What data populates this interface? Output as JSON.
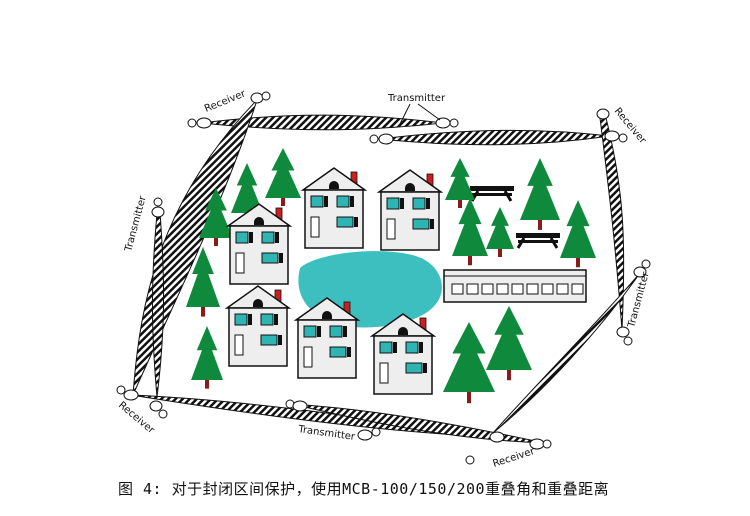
{
  "labels": {
    "top_receiver": "Receiver",
    "top_transmitter": "Transmitter",
    "right_receiver": "Receiver",
    "left_transmitter": "Transmitter",
    "right_transmitter": "Transmitter",
    "bottom_left_receiver": "Receiver",
    "bottom_transmitter": "Transmitter",
    "bottom_right_receiver": "Receiver"
  },
  "caption": "图 4: 对于封闭区间保护，使用MCB-100/150/200重叠角和重叠距离",
  "colors": {
    "pond": "#3dbfbf",
    "window": "#2fb3b3",
    "tree": "#0f8a3c",
    "trunk": "#8b1a1a",
    "chimney": "#cc1f1f",
    "house": "#eeeeee",
    "outline": "#111111"
  }
}
